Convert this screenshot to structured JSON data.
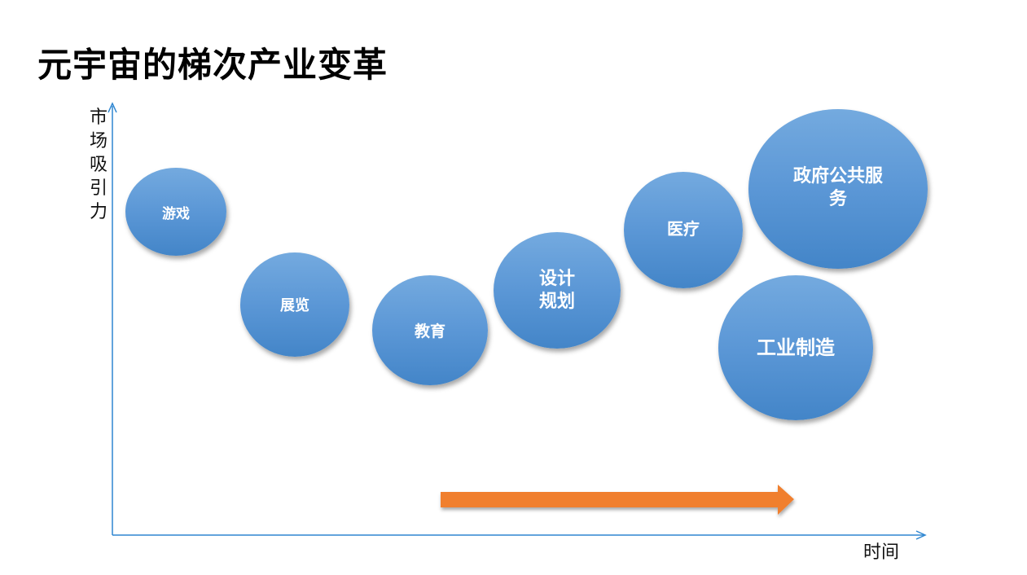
{
  "title": "元宇宙的梯次产业变革",
  "axes": {
    "y_label": "市场吸引力",
    "x_label": "时间"
  },
  "colors": {
    "axis": "#2e86d1",
    "arrow": "#f07f2e",
    "bubble_top": "#74aadf",
    "bubble_bottom": "#4385c8"
  },
  "bubbles": [
    {
      "label": "游戏"
    },
    {
      "label": "展览"
    },
    {
      "label": "教育"
    },
    {
      "label": "设计规划"
    },
    {
      "label": "医疗"
    },
    {
      "label": "政府公共服务"
    },
    {
      "label": "工业制造"
    }
  ]
}
